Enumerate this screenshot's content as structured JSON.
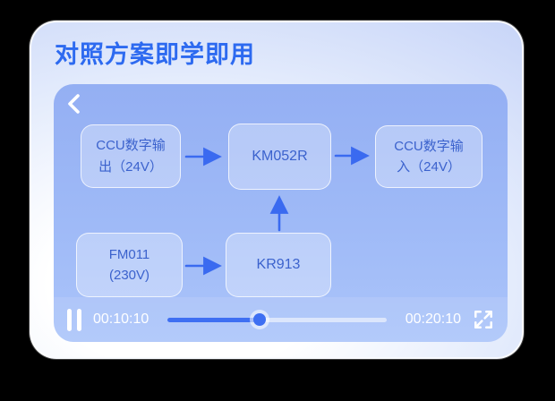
{
  "card": {
    "title": "对照方案即学即用"
  },
  "colors": {
    "background": "#000000",
    "title_blue": "#2d6af0",
    "panel_blue": "#9fbaf7",
    "node_text_blue": "#3b62cd",
    "arrow_blue": "#3a6af0",
    "progress_blue": "#3e6ff2",
    "white": "#ffffff"
  },
  "nav": {
    "back_icon": "chevron-left"
  },
  "diagram": {
    "nodes": [
      {
        "id": "ccu-out",
        "lines": [
          "CCU数字输",
          "出（24V）"
        ]
      },
      {
        "id": "km052r",
        "lines": [
          "KM052R"
        ]
      },
      {
        "id": "ccu-in",
        "lines": [
          "CCU数字输",
          "入（24V）"
        ]
      },
      {
        "id": "fm011",
        "lines": [
          "FM011",
          "(230V)"
        ]
      },
      {
        "id": "kr913",
        "lines": [
          "KR913"
        ]
      }
    ],
    "edges": [
      {
        "from": "ccu-out",
        "to": "km052r"
      },
      {
        "from": "km052r",
        "to": "ccu-in"
      },
      {
        "from": "fm011",
        "to": "kr913"
      },
      {
        "from": "kr913",
        "to": "km052r"
      }
    ]
  },
  "player": {
    "state": "playing",
    "current_time": "00:10:10",
    "total_time": "00:20:10",
    "progress_percent": 42
  }
}
